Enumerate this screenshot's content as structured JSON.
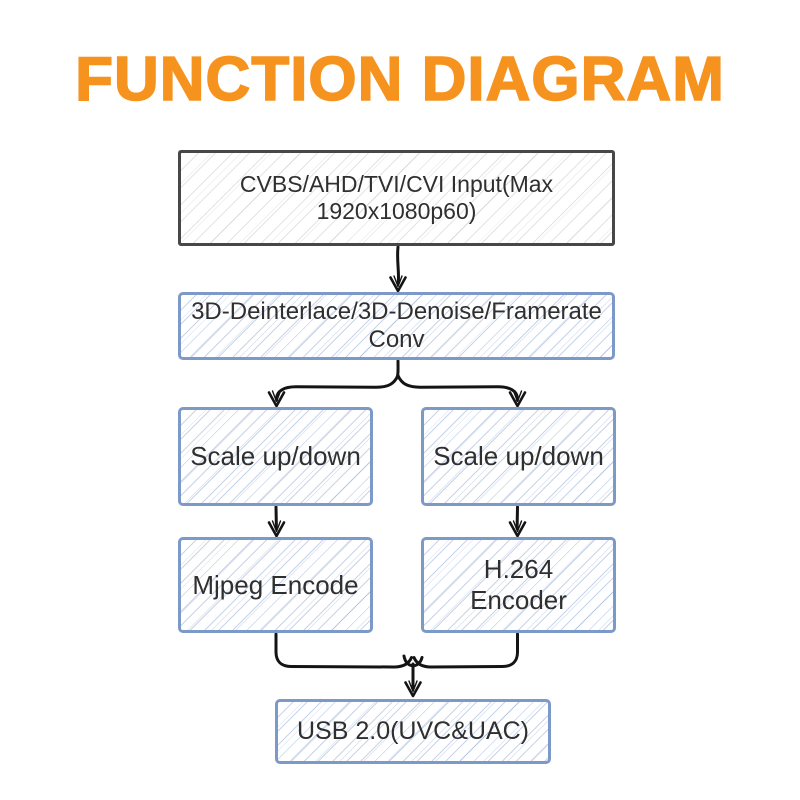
{
  "title": "FUNCTION DIAGRAM",
  "colors": {
    "background": "#FFFFFF",
    "title_orange": "#F6921E",
    "box_border_dark": "#474747",
    "box_border_blue": "#7C99C8",
    "hatch_blue": "#C7D6EB",
    "hatch_gray": "#E7E7E7",
    "arrow_black": "#141414",
    "text": "#2F2F2F"
  },
  "diagram": {
    "type": "flowchart",
    "nodes": [
      {
        "id": "input",
        "label": "CVBS/AHD/TVI/CVI Input(Max 1920x1080p60)",
        "style": "gray-hatched"
      },
      {
        "id": "process",
        "label": "3D-Deinterlace/3D-Denoise/Framerate Conv",
        "style": "blue-hatched"
      },
      {
        "id": "scale_left",
        "label": "Scale up/down",
        "style": "blue-hatched"
      },
      {
        "id": "scale_right",
        "label": "Scale up/down",
        "style": "blue-hatched"
      },
      {
        "id": "mjpeg",
        "label": "Mjpeg Encode",
        "style": "blue-hatched"
      },
      {
        "id": "h264",
        "label": "H.264 Encoder",
        "style": "blue-hatched"
      },
      {
        "id": "usb",
        "label": "USB 2.0(UVC&UAC)",
        "style": "blue-hatched"
      }
    ],
    "edges": [
      {
        "from": "input",
        "to": "process"
      },
      {
        "from": "process",
        "to": "scale_left"
      },
      {
        "from": "process",
        "to": "scale_right"
      },
      {
        "from": "scale_left",
        "to": "mjpeg"
      },
      {
        "from": "scale_right",
        "to": "h264"
      },
      {
        "from": "mjpeg",
        "to": "usb"
      },
      {
        "from": "h264",
        "to": "usb"
      }
    ]
  }
}
